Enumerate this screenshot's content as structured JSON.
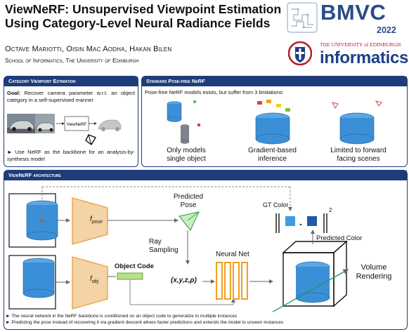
{
  "header": {
    "title": "ViewNeRF: Unsupervised Viewpoint Estimation Using Category-Level Neural Radiance Fields",
    "authors": "Octave Mariotti, Oisin Mac Aodha, Hakan Bilen",
    "affiliation": "School of Informatics, The University of Edinburgh"
  },
  "logos": {
    "bmvc": "BMVC",
    "bmvc_year": "2022",
    "university": "THE UNIVERSITY of EDINBURGH",
    "school": "informatics"
  },
  "panel_viewpoint": {
    "title": "Category Viewpoint Estimation",
    "goal_label": "Goal:",
    "goal_text": "Recover camera parameter w.r.t. an object category in a self-supervised manner",
    "box_label": "ViewNeRF",
    "bullet": "► Use NeRF as the backbone for an analysis-by-synthesis model"
  },
  "panel_standard": {
    "title": "Standard Pose-free NeRF",
    "intro": "Pose-free NeRF models exists, but suffer from 3 limitations:",
    "limitations": [
      {
        "line1": "Only models",
        "line2": "single object"
      },
      {
        "line1": "Gradient-based",
        "line2": "inference"
      },
      {
        "line1": "Limited to forward",
        "line2": "facing scenes"
      }
    ]
  },
  "panel_arch": {
    "title": "ViewNeRF architecture",
    "f_pose": "f",
    "f_pose_sub": "pose",
    "f_obj": "f",
    "f_obj_sub": "obj",
    "predicted": "Predicted",
    "pose": "Pose",
    "ray": "Ray",
    "sampling": "Sampling",
    "object_code": "Object Code",
    "xyz": "(x,y,z,ρ)",
    "neural_net": "Neural Net",
    "gt_color": "GT Color",
    "predicted_color": "Predicted Color",
    "volume": "Volume",
    "rendering": "Rendering",
    "minus": "-",
    "exponent": "2",
    "notes": [
      "► The neural network in the NeRF backbone is conditioned on an object code to generalize to multiple instances",
      "► Predicting the pose instead of recovering it via gradient descent allows faster predictions and extends the model to unseen instances"
    ]
  },
  "colors": {
    "panel_blue": "#1f3c7a",
    "cylinder": "#3b8fd6",
    "encoder": "#f4d3a6",
    "encoder_stroke": "#e8a24a",
    "code_green": "#b6e08a",
    "gt_blue": "#3b9ee0",
    "pred_blue": "#1e5aa8"
  }
}
